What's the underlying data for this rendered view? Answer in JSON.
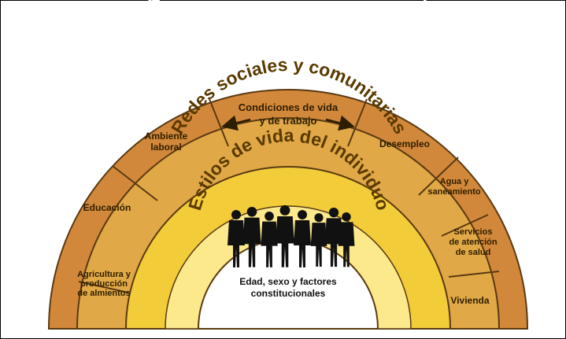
{
  "diagram": {
    "outer_ring_title": "Condiciones socioeconómicos, culturales y ambientales",
    "social_ring_title": "Redes sociales y comunitarias",
    "lifestyle_ring_title": "Estilos de vida del individuo",
    "center_label_line1": "Edad, sexo y factores",
    "center_label_line2": "constitucionales",
    "top_label_line1": "Condiciones de vida",
    "top_label_line2": "y de trabajo",
    "segments_left": [
      {
        "lines": [
          "Agricultura y",
          "producción",
          "de almientos"
        ]
      },
      {
        "lines": [
          "Educación"
        ]
      },
      {
        "lines": [
          "Ambiente",
          "laboral"
        ]
      }
    ],
    "segments_right": [
      {
        "lines": [
          "Desempleo"
        ]
      },
      {
        "lines": [
          "Agua y",
          "saneamiento"
        ]
      },
      {
        "lines": [
          "Servicios",
          "de atención",
          "de salud"
        ]
      },
      {
        "lines": [
          "Vivienda"
        ]
      }
    ],
    "people_icon": "people-group-icon",
    "arrow_left_icon": "arrow-left-icon",
    "arrow_right_icon": "arrow-right-icon",
    "colors": {
      "outer_band": "#d2883a",
      "segment_band": "#e0a846",
      "social_band": "#f3cc3a",
      "lifestyle_band": "#fbe98c",
      "center": "#ffffff",
      "dividers": "#5a3a12",
      "silhouettes": "#111111"
    }
  }
}
